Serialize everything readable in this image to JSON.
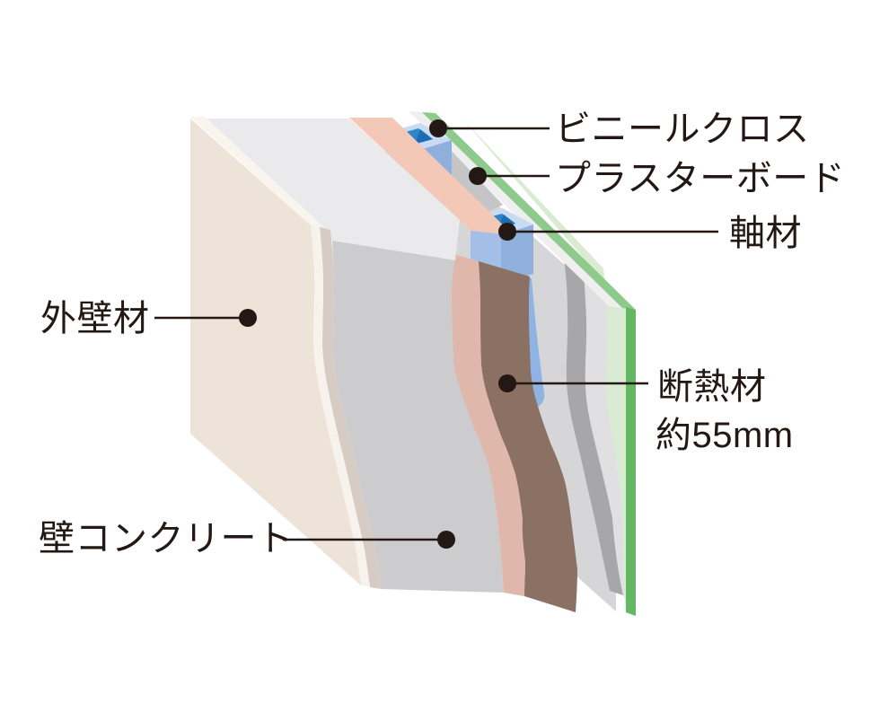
{
  "figure": {
    "type": "wall-section-diagram",
    "labels": {
      "vinyl_cloth": "ビニールクロス",
      "plaster_board": "プラスターボード",
      "frame": "軸材",
      "insulation_name": "断熱材",
      "insulation_thickness": "約55mm",
      "exterior_wall": "外壁材",
      "wall_concrete": "壁コンクリート"
    },
    "layers_front_to_back": [
      {
        "id": "exterior-wall",
        "label": "外壁材",
        "color": "#EDE3D9"
      },
      {
        "id": "wall-concrete",
        "label": "壁コンクリート",
        "color": "#CCCCCE"
      },
      {
        "id": "insulation",
        "label": "断熱材 約55mm",
        "color": "#8A7163"
      },
      {
        "id": "frame",
        "label": "軸材",
        "color": "#2E86C9"
      },
      {
        "id": "plaster-board",
        "label": "プラスターボード",
        "color": "#D6D6D8"
      },
      {
        "id": "vinyl-cloth",
        "label": "ビニールクロス",
        "color": "#D9ECD3"
      }
    ]
  },
  "palette": {
    "background": "#ffffff",
    "text": "#231813",
    "line": "#231813",
    "exterior_face": "#EDE3D9",
    "exterior_top": "#F9F4EE",
    "cut_white": "#F7F2EC",
    "cut_tan": "#D6CCC3",
    "concrete_top": "#EAEAEC",
    "concrete_face": "#CCCCCE",
    "insulation_top": "#F3C8B7",
    "insulation_pink": "#DFB7AB",
    "insulation_brown": "#8A7163",
    "frame_blue_top": "#C9DBF1",
    "frame_blue_face": "#A3BFE8",
    "frame_blue_side": "#8FB0DC",
    "frame_blue_column": "#8FB4E4",
    "frame_hole": "#2E86C9",
    "frame_hole_dark": "#1C6DB3",
    "board_face": "#D6D6D8",
    "board_gap": "#C5C5C7",
    "board_cut": "#A7A7A9",
    "board_light": "#E0E0E2",
    "board_top": "#EFEFF0",
    "vinyl_face": "#D9ECD3",
    "vinyl_edge": "#64B763",
    "vinyl_top": "#8FCA8D"
  }
}
